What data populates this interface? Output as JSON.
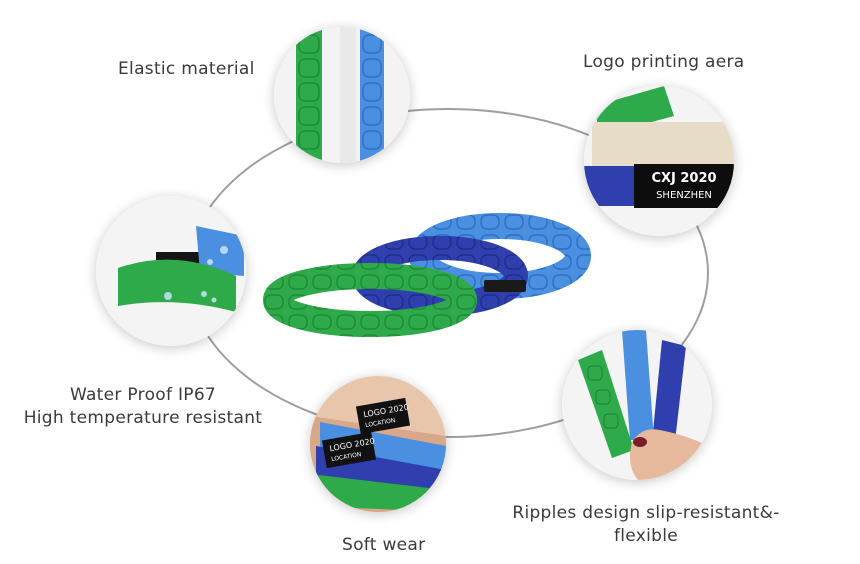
{
  "labels": {
    "elastic": "Elastic material",
    "logo_area": "Logo printing aera",
    "waterproof_line1": "Water Proof IP67",
    "waterproof_line2": "High temperature resistant",
    "soft_wear": "Soft wear",
    "ripples_line1": "Ripples design slip-resistant&-",
    "ripples_line2": "flexible"
  },
  "printed_tag": {
    "line1": "CXJ 2020",
    "line2": "SHENZHEN"
  },
  "wrist_tags": {
    "tag1_line1": "LOGO 2020",
    "tag1_line2": "LOCATION",
    "tag2_line1": "LOGO 2020",
    "tag2_line2": "LOCATION"
  },
  "colors": {
    "green": "#2eaa4a",
    "light_blue": "#4a8fe0",
    "dark_blue": "#2f3fae",
    "ring": "#9e9e9e"
  }
}
